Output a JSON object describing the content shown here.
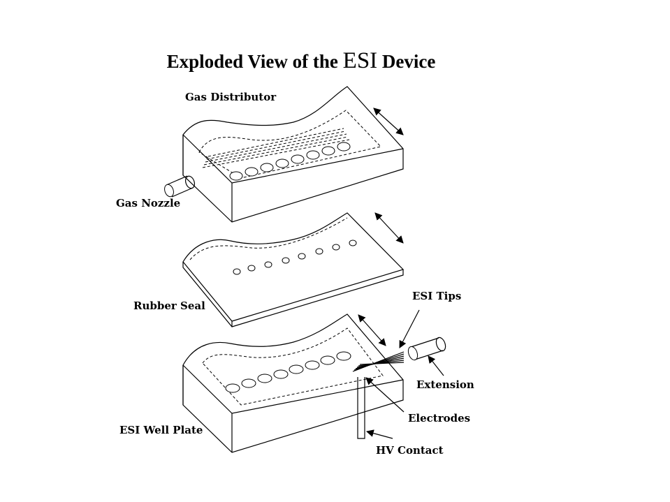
{
  "title": {
    "prefix": "Exploded View of the ",
    "emphasis": "ESI",
    "suffix": " Device"
  },
  "labels": {
    "gas_distributor": "Gas Distributor",
    "gas_nozzle": "Gas Nozzle",
    "rubber_seal": "Rubber Seal",
    "esi_tips": "ESI Tips",
    "extension": "Extension",
    "electrodes": "Electrodes",
    "esi_well_plate": "ESI Well Plate",
    "hv_contact": "HV Contact"
  },
  "colors": {
    "line": "#000000",
    "background": "#ffffff"
  }
}
